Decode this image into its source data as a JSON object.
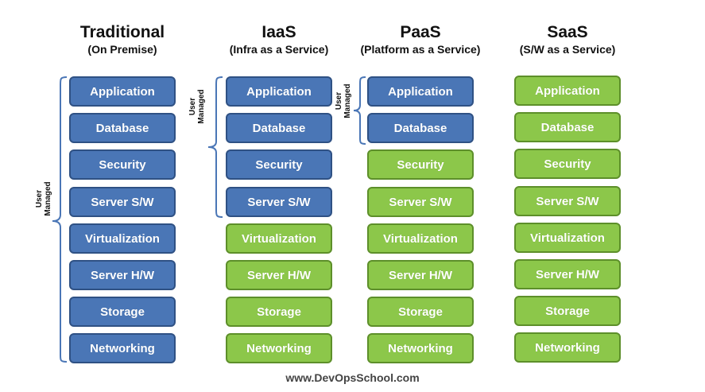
{
  "columns": [
    {
      "title": "Traditional",
      "subtitle": "(On Premise)",
      "layers": [
        {
          "label": "Application",
          "managed": "user"
        },
        {
          "label": "Database",
          "managed": "user"
        },
        {
          "label": "Security",
          "managed": "user"
        },
        {
          "label": "Server S/W",
          "managed": "user"
        },
        {
          "label": "Virtualization",
          "managed": "user"
        },
        {
          "label": "Server H/W",
          "managed": "user"
        },
        {
          "label": "Storage",
          "managed": "user"
        },
        {
          "label": "Networking",
          "managed": "user"
        }
      ],
      "bracket_label_line1": "User",
      "bracket_label_line2": "Managed"
    },
    {
      "title": "IaaS",
      "subtitle": "(Infra as a Service)",
      "layers": [
        {
          "label": "Application",
          "managed": "user"
        },
        {
          "label": "Database",
          "managed": "user"
        },
        {
          "label": "Security",
          "managed": "user"
        },
        {
          "label": "Server S/W",
          "managed": "user"
        },
        {
          "label": "Virtualization",
          "managed": "provider"
        },
        {
          "label": "Server H/W",
          "managed": "provider"
        },
        {
          "label": "Storage",
          "managed": "provider"
        },
        {
          "label": "Networking",
          "managed": "provider"
        }
      ],
      "bracket_label_line1": "User",
      "bracket_label_line2": "Managed"
    },
    {
      "title": "PaaS",
      "subtitle": "(Platform as a Service)",
      "layers": [
        {
          "label": "Application",
          "managed": "user"
        },
        {
          "label": "Database",
          "managed": "user"
        },
        {
          "label": "Security",
          "managed": "provider"
        },
        {
          "label": "Server S/W",
          "managed": "provider"
        },
        {
          "label": "Virtualization",
          "managed": "provider"
        },
        {
          "label": "Server H/W",
          "managed": "provider"
        },
        {
          "label": "Storage",
          "managed": "provider"
        },
        {
          "label": "Networking",
          "managed": "provider"
        }
      ],
      "bracket_label_line1": "User",
      "bracket_label_line2": "Managed"
    },
    {
      "title": "SaaS",
      "subtitle": "(S/W as a Service)",
      "layers": [
        {
          "label": "Application",
          "managed": "provider"
        },
        {
          "label": "Database",
          "managed": "provider"
        },
        {
          "label": "Security",
          "managed": "provider"
        },
        {
          "label": "Server S/W",
          "managed": "provider"
        },
        {
          "label": "Virtualization",
          "managed": "provider"
        },
        {
          "label": "Server H/W",
          "managed": "provider"
        },
        {
          "label": "Storage",
          "managed": "provider"
        },
        {
          "label": "Networking",
          "managed": "provider"
        }
      ]
    }
  ],
  "colors": {
    "user_managed": "#4a76b6",
    "provider_managed": "#8cc74a"
  },
  "footer": "www.DevOpsSchool.com"
}
